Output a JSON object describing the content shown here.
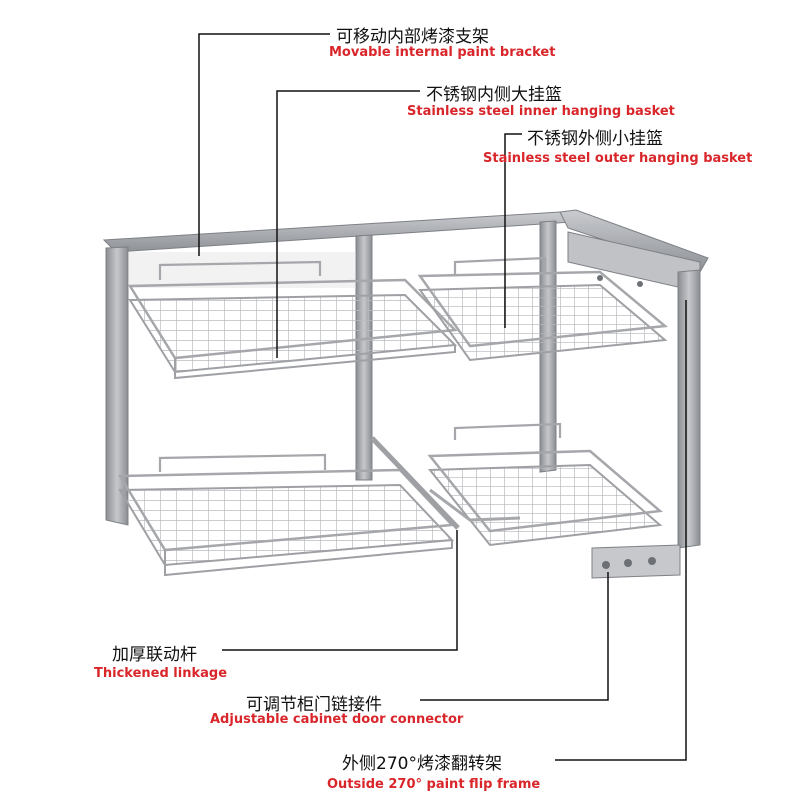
{
  "colors": {
    "label_cn": "#111111",
    "label_en": "#d9262b",
    "leader": "#111111",
    "frame": "#a9abb0",
    "frame_dark": "#7d8085",
    "wire": "#b7b9bd"
  },
  "callouts": [
    {
      "id": "bracket",
      "cn": "可移动内部烤漆支架",
      "en": "Movable internal paint bracket"
    },
    {
      "id": "inner-basket",
      "cn": "不锈钢内侧大挂篮",
      "en": "Stainless steel inner hanging basket"
    },
    {
      "id": "outer-basket",
      "cn": "不锈钢外侧小挂篮",
      "en": "Stainless steel outer hanging basket"
    },
    {
      "id": "linkage",
      "cn": "加厚联动杆",
      "en": "Thickened linkage"
    },
    {
      "id": "door-connector",
      "cn": "可调节柜门链接件",
      "en": "Adjustable cabinet door connector"
    },
    {
      "id": "flip-frame",
      "cn": "外侧270°烤漆翻转架",
      "en": "Outside 270° paint flip frame"
    }
  ]
}
